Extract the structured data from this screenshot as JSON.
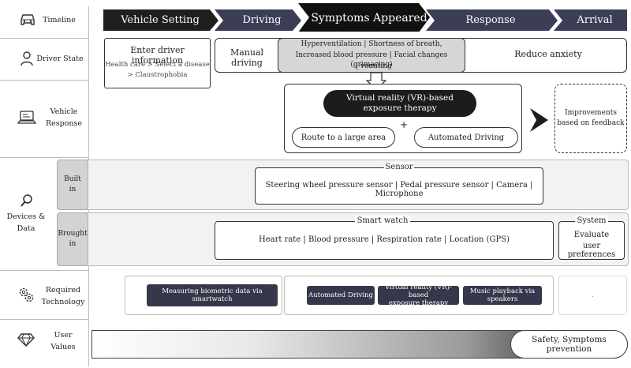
{
  "rows": {
    "timeline": "Timeline",
    "driver_state": "Driver State",
    "vehicle_response_1": "Vehicle",
    "vehicle_response_2": "Response",
    "devices_1": "Devices &",
    "devices_2": "Data",
    "built_in_1": "Built",
    "built_in_2": "in",
    "brought_in_1": "Brought",
    "brought_in_2": "in",
    "required_tech_1": "Required",
    "required_tech_2": "Technology",
    "user_values_1": "User",
    "user_values_2": "Values"
  },
  "timeline": {
    "stages": [
      "Vehicle Setting",
      "Driving",
      "Symptoms Appeared",
      "Response",
      "Arrival"
    ],
    "colors": {
      "dark": "#1f1f1f",
      "navy": "#3c3d57",
      "black": "#111111"
    }
  },
  "driver_state": {
    "setting_title": "Enter driver information",
    "setting_sub1": "Health care > Select a disease",
    "setting_sub2": "> Claustrophobia",
    "driving": "Manual driving",
    "symptoms_1": "Hyperventilation | Shortness of breath,",
    "symptoms_2": "Increased blood pressure | Facial changes (grimacing)",
    "symptoms_3": "| vomiting",
    "response": "Reduce anxiety"
  },
  "vehicle_response": {
    "vr_1": "Virtual reality (VR)-based",
    "vr_2": "exposure therapy",
    "plus": "+",
    "route": "Route to a large area",
    "automated": "Automated Driving",
    "feedback_1": "Improvements",
    "feedback_2": "based on feedback"
  },
  "devices": {
    "sensor_title": "Sensor",
    "sensor_list": "Steering wheel pressure sensor | Pedal pressure sensor | Camera | Microphone",
    "watch_title": "Smart watch",
    "watch_list": "Heart rate | Blood pressure | Respiration rate | Location (GPS)",
    "system_title": "System",
    "system_1": "Evaluate",
    "system_2": "user preferences"
  },
  "technology": {
    "biometric": "Measuring biometric data via smartwatch",
    "automated": "Automated Driving",
    "vr_1": "Virtual reality (VR)-based",
    "vr_2": "exposure therapy",
    "music_1": "Music playback via",
    "music_2": "speakers",
    "dot": "."
  },
  "user_values": {
    "label": "Safety, Symptoms prevention"
  }
}
